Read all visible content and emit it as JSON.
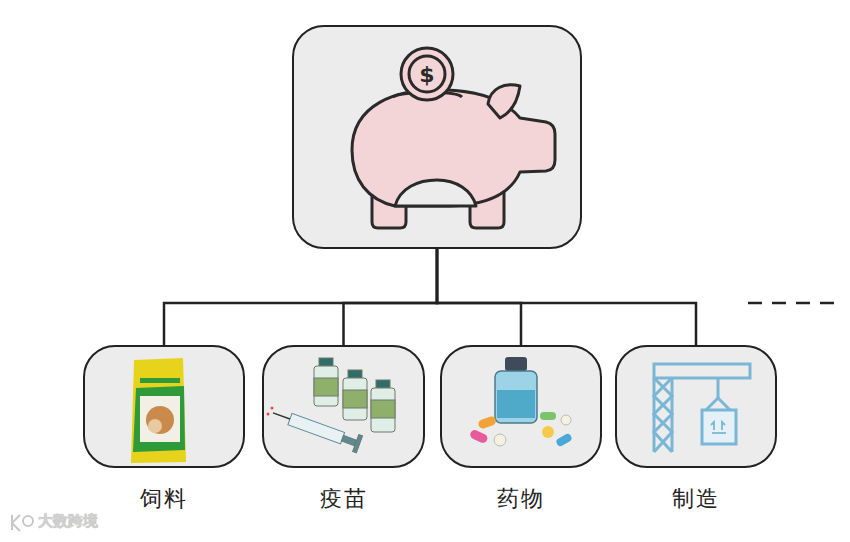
{
  "diagram": {
    "nodes": [
      {
        "text": []
      },
      {
        "text": [
          "饲料"
        ]
      },
      {
        "text": [
          "疫苗"
        ]
      },
      {
        "text": [
          "药物"
        ]
      },
      {
        "text": [
          "制造"
        ]
      }
    ],
    "edges": [
      {
        "from": 0,
        "to": 1,
        "arrow": "none"
      },
      {
        "from": 0,
        "to": 2,
        "arrow": "none"
      },
      {
        "from": 0,
        "to": 3,
        "arrow": "none"
      },
      {
        "from": 0,
        "to": 4,
        "arrow": "none"
      }
    ],
    "labels": [
      "$",
      "大数跨境"
    ]
  }
}
